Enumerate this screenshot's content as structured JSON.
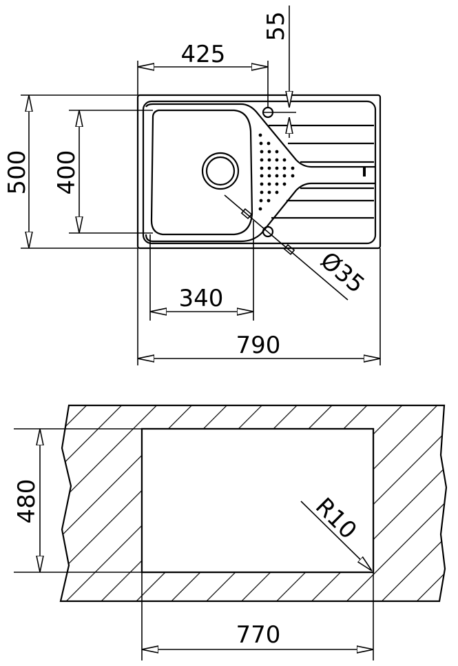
{
  "top_view": {
    "dim_width_bowl_offset": "425",
    "dim_tap_offset": "55",
    "dim_total_depth": "500",
    "dim_bowl_depth": "400",
    "dim_bowl_width": "340",
    "dim_total_width": "790",
    "dim_hole_diameter": "Ø35"
  },
  "cutout_view": {
    "dim_cutout_depth": "480",
    "dim_cutout_width": "770",
    "dim_corner_radius": "R10"
  },
  "colors": {
    "line": "#000000",
    "background": "#ffffff"
  }
}
